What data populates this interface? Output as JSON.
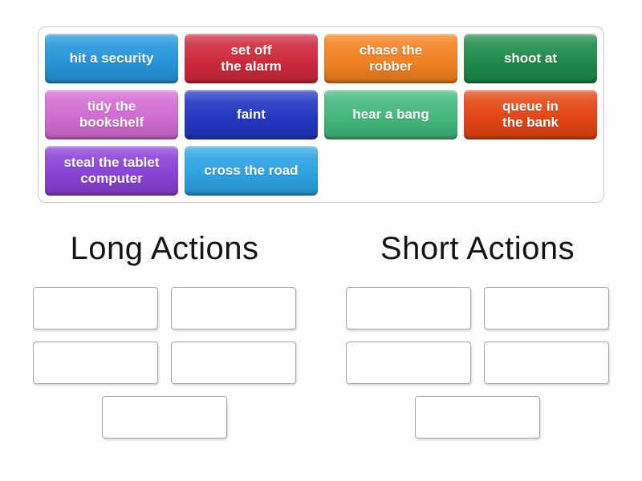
{
  "panel": {
    "tiles": [
      {
        "label": "hit a security",
        "color": "#2696dc"
      },
      {
        "label": "set off\nthe alarm",
        "color": "#d0293c"
      },
      {
        "label": "chase the\nrobber",
        "color": "#f58220"
      },
      {
        "label": "shoot at",
        "color": "#1e8b4a"
      },
      {
        "label": "tidy the\nbookshelf",
        "color": "#d46cd4"
      },
      {
        "label": "faint",
        "color": "#2337c4"
      },
      {
        "label": "hear a bang",
        "color": "#44b97d"
      },
      {
        "label": "queue in\nthe bank",
        "color": "#e64512"
      },
      {
        "label": "steal the tablet\ncomputer",
        "color": "#8b42d9"
      },
      {
        "label": "cross the road",
        "color": "#2da4e4"
      }
    ]
  },
  "groups": [
    {
      "title": "Long Actions"
    },
    {
      "title": "Short Actions"
    }
  ]
}
